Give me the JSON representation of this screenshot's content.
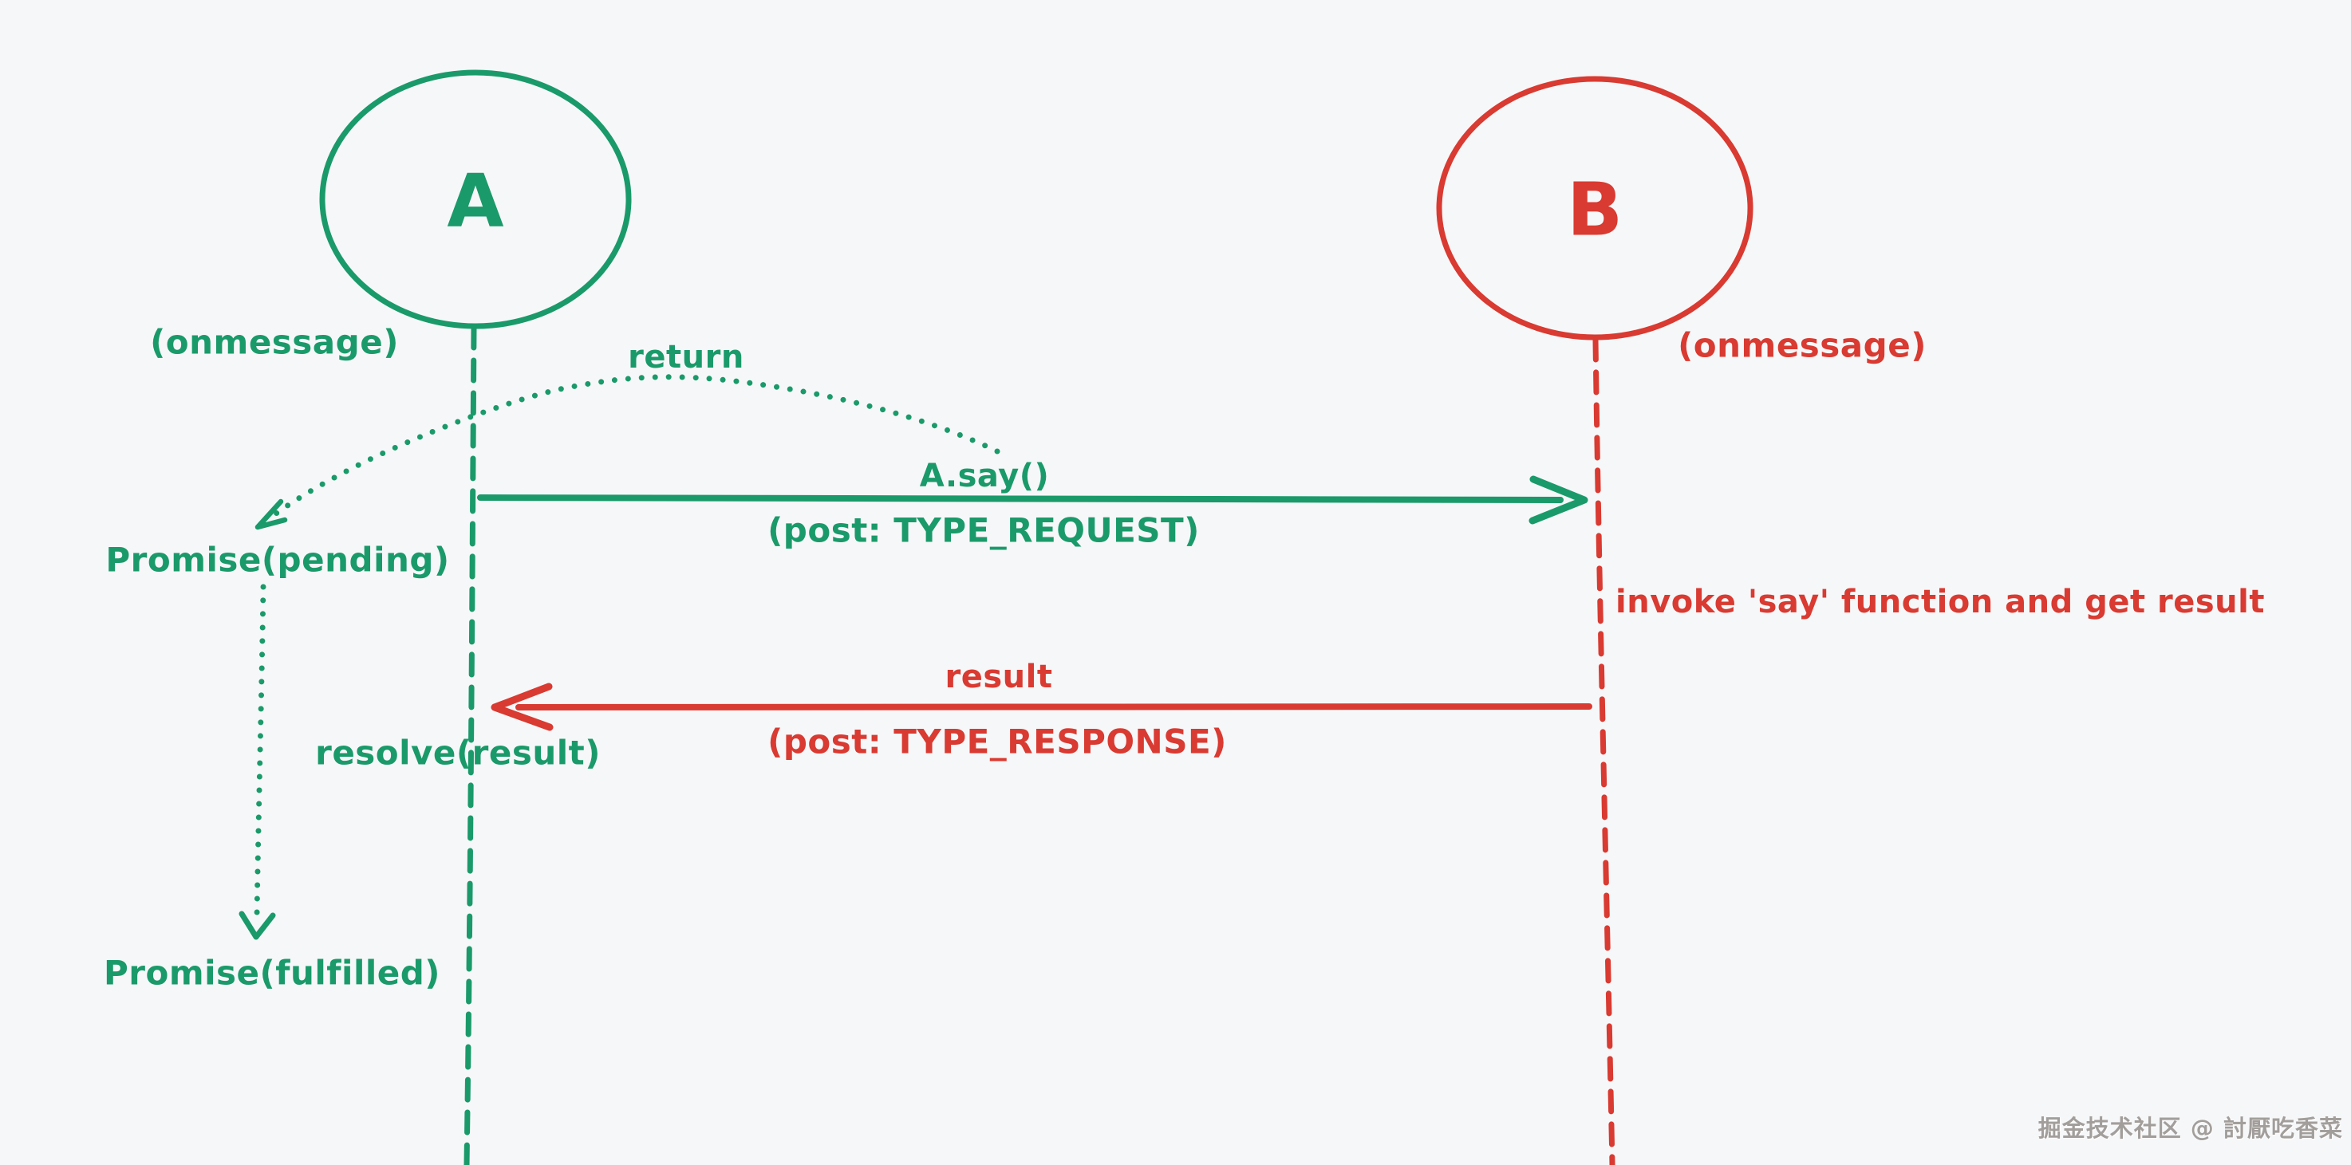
{
  "colors": {
    "green": "#1a9a6a",
    "red": "#d93a31",
    "background": "#f6f7f8",
    "watermark_gray": "#a29e9b"
  },
  "actors": {
    "a": {
      "name": "A",
      "handler": "(onmessage)"
    },
    "b": {
      "name": "B",
      "handler": "(onmessage)"
    }
  },
  "flows": {
    "return_label": "return",
    "request_label": "A.say()",
    "request_detail": "(post: TYPE_REQUEST)",
    "invoke_note": "invoke 'say' function and get result",
    "response_label": "result",
    "response_detail": "(post: TYPE_RESPONSE)",
    "resolve_note": "resolve(result)",
    "promise_pending": "Promise(pending)",
    "promise_fulfilled": "Promise(fulfilled)"
  },
  "watermark": "掘金技术社区 @ 討厭吃香菜"
}
